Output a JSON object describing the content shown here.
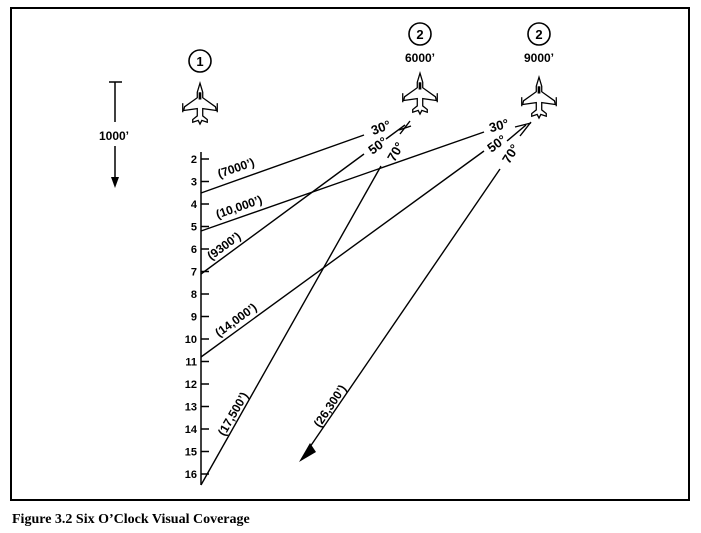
{
  "caption": "Figure 3.2  Six O’Clock Visual Coverage",
  "scale_label": "1000’",
  "scale_ticks": [
    "2",
    "3",
    "4",
    "5",
    "6",
    "7",
    "8",
    "9",
    "10",
    "11",
    "12",
    "13",
    "14",
    "15",
    "16"
  ],
  "aircraft": [
    {
      "badge": "1",
      "altitude": ""
    },
    {
      "badge": "2",
      "altitude": "6000’"
    },
    {
      "badge": "2",
      "altitude": "9000’"
    }
  ],
  "angles": [
    "30°",
    "50°",
    "70°"
  ],
  "ranges": [
    "(7000’)",
    "(10,000’)",
    "(9300’)",
    "(14,000’)",
    "(17,500’)",
    "(26,300’)"
  ]
}
